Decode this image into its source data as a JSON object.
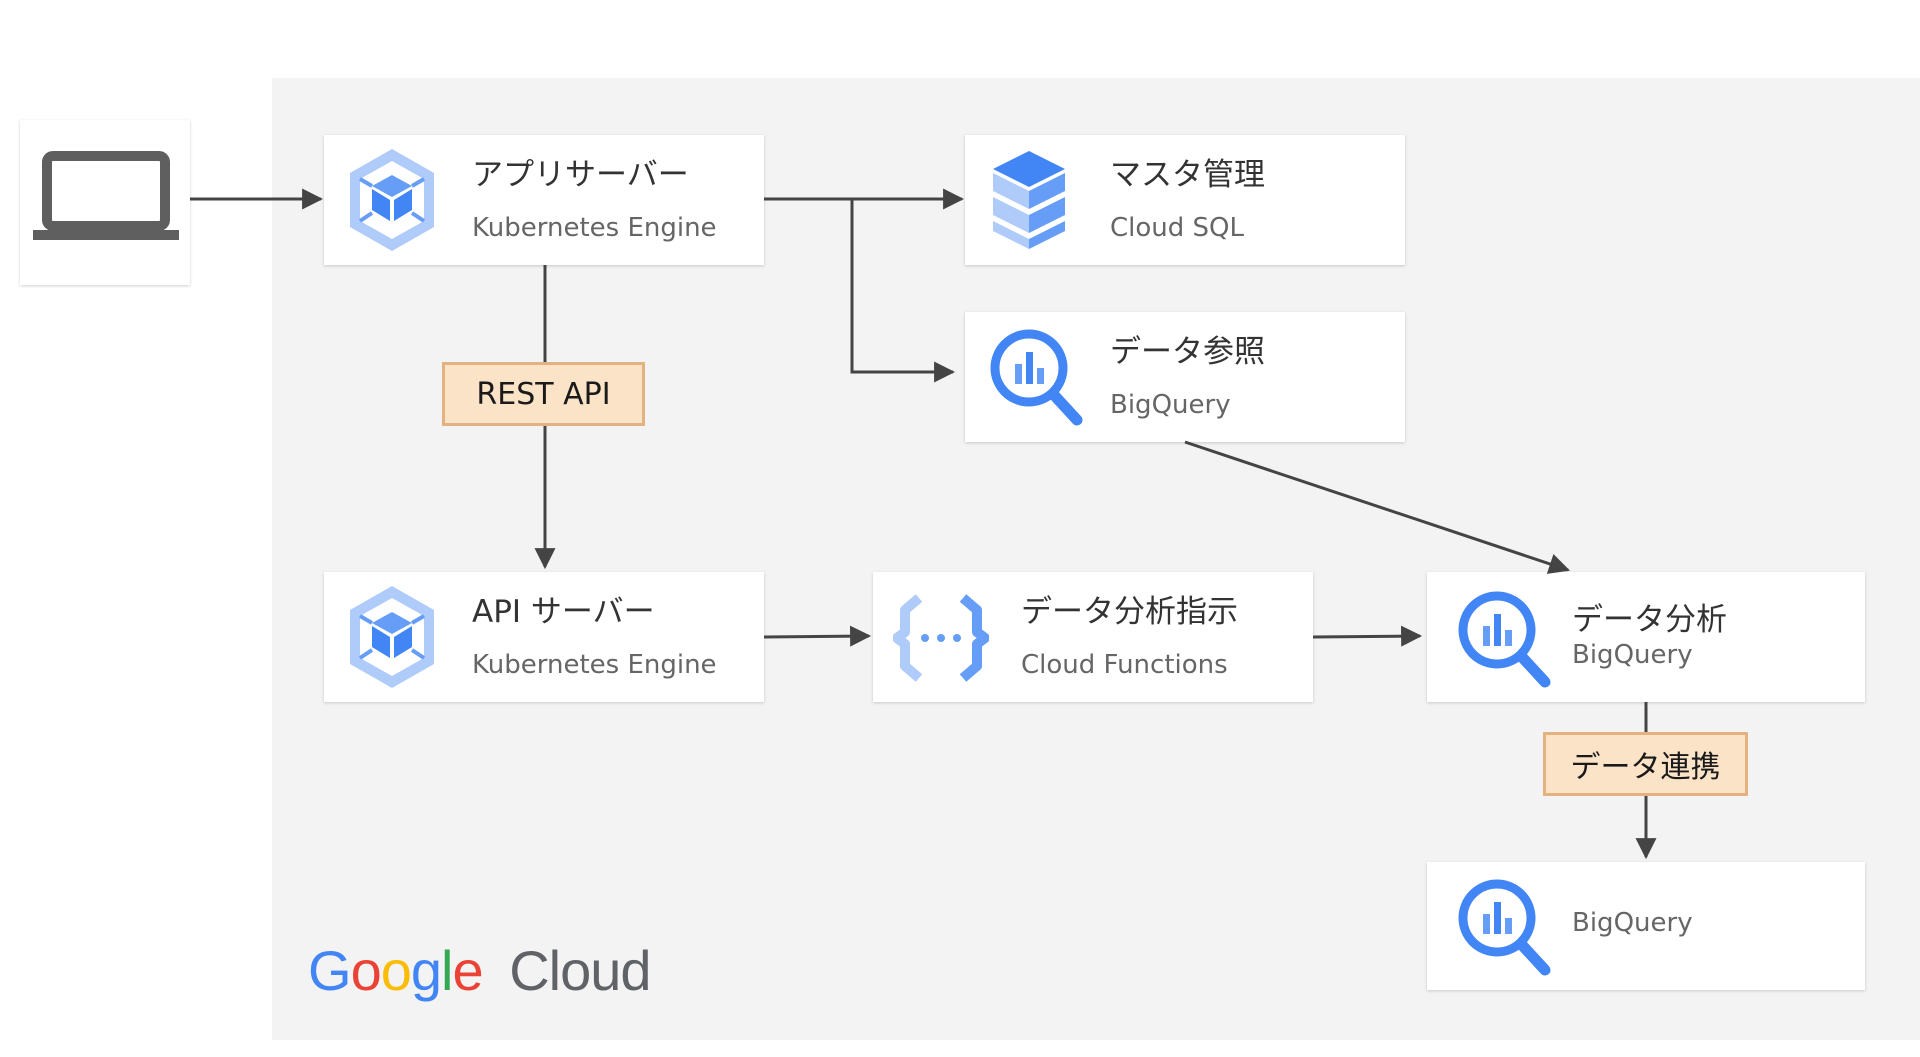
{
  "client": {
    "icon": "laptop-icon"
  },
  "nodes": {
    "app_server": {
      "title": "アプリサーバー",
      "subtitle": "Kubernetes Engine",
      "icon": "kubernetes-engine-icon"
    },
    "master_mgmt": {
      "title": "マスタ管理",
      "subtitle": "Cloud SQL",
      "icon": "cloud-sql-icon"
    },
    "data_ref": {
      "title": "データ参照",
      "subtitle": "BigQuery",
      "icon": "bigquery-icon"
    },
    "api_server": {
      "title": "API サーバー",
      "subtitle": "Kubernetes Engine",
      "icon": "kubernetes-engine-icon"
    },
    "analysis_instruction": {
      "title": "データ分析指示",
      "subtitle": "Cloud Functions",
      "icon": "cloud-functions-icon"
    },
    "data_analysis": {
      "title": "データ分析",
      "subtitle": "BigQuery",
      "icon": "bigquery-icon"
    },
    "bigquery_dest": {
      "title": "",
      "subtitle": "BigQuery",
      "icon": "bigquery-icon"
    }
  },
  "edge_labels": {
    "rest_api": "REST API",
    "data_link": "データ連携"
  },
  "logo": {
    "google_letters": [
      "G",
      "o",
      "o",
      "g",
      "l",
      "e"
    ],
    "cloud": "Cloud",
    "letter_colors": [
      "#4285F4",
      "#EA4335",
      "#FBBC05",
      "#4285F4",
      "#34A853",
      "#EA4335"
    ]
  },
  "colors": {
    "icon_blue": "#4285F4",
    "icon_light_blue": "#AECBFA",
    "label_fill": "#FBE3C8",
    "label_border": "#E3B280",
    "arrow": "#444444"
  }
}
